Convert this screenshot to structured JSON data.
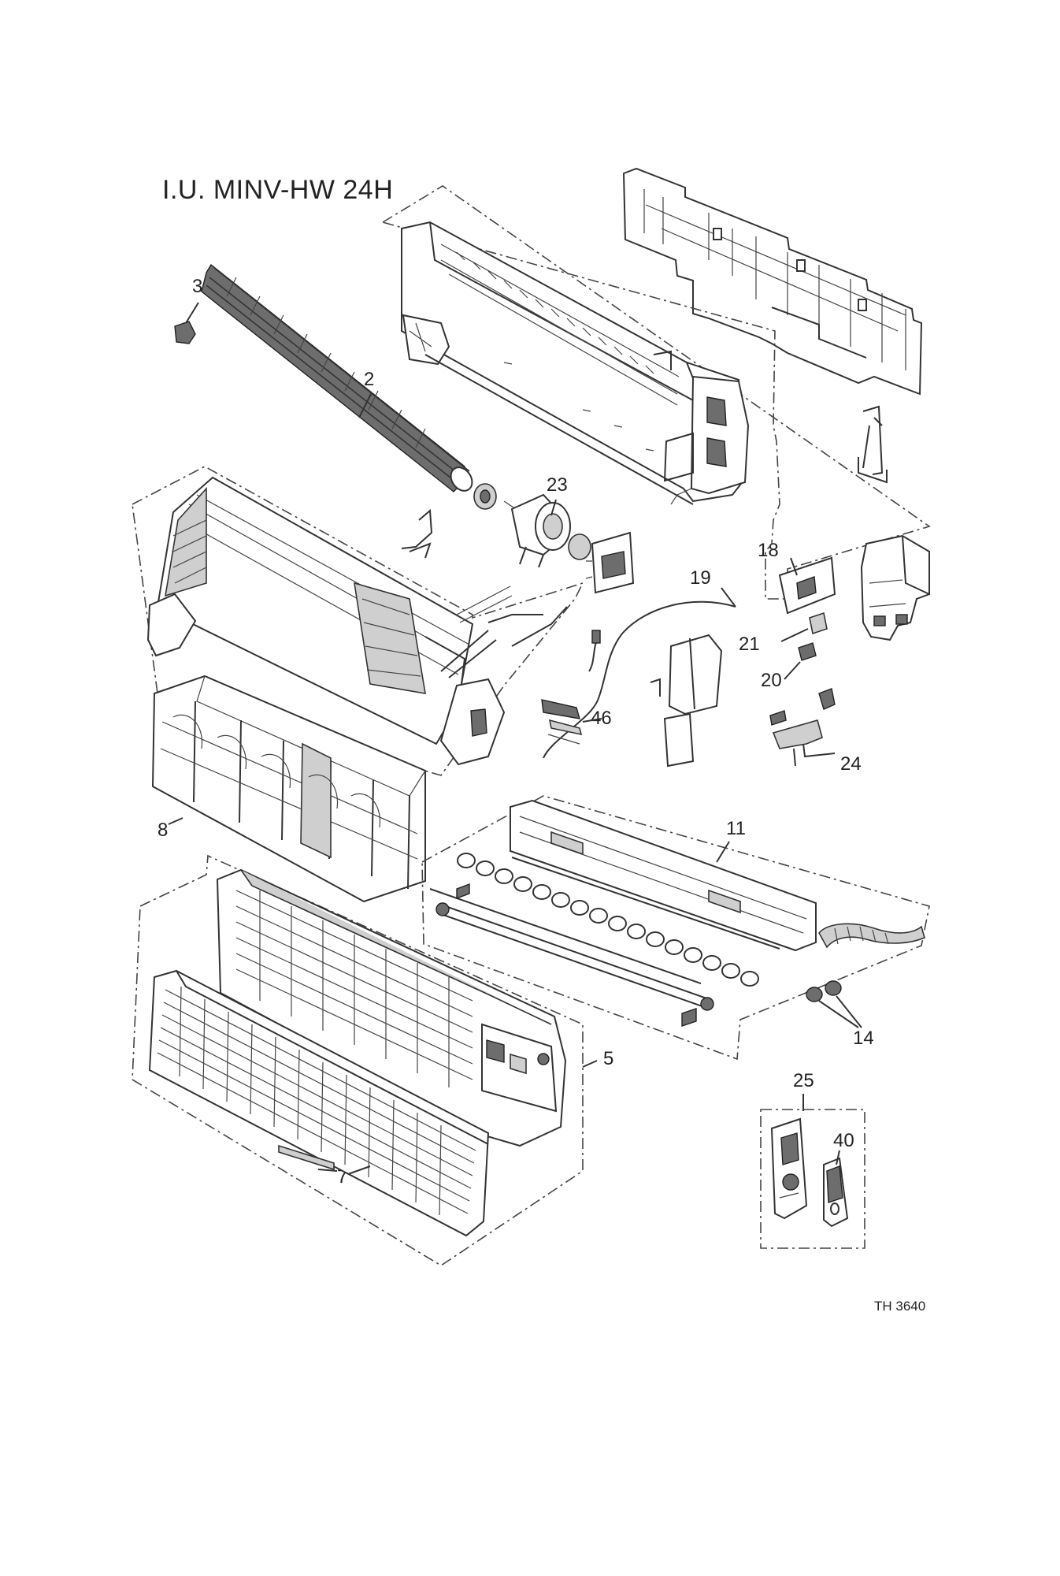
{
  "diagram": {
    "title": "I.U. MINV-HW 24H",
    "drawing_code": "TH 3640",
    "callouts": [
      {
        "id": "c3",
        "label": "3"
      },
      {
        "id": "c2",
        "label": "2"
      },
      {
        "id": "c23",
        "label": "23"
      },
      {
        "id": "c18",
        "label": "18"
      },
      {
        "id": "c19",
        "label": "19"
      },
      {
        "id": "c21",
        "label": "21"
      },
      {
        "id": "c20",
        "label": "20"
      },
      {
        "id": "c46",
        "label": "46"
      },
      {
        "id": "c24",
        "label": "24"
      },
      {
        "id": "c8",
        "label": "8"
      },
      {
        "id": "c11",
        "label": "11"
      },
      {
        "id": "c14",
        "label": "14"
      },
      {
        "id": "c5",
        "label": "5"
      },
      {
        "id": "c25",
        "label": "25"
      },
      {
        "id": "c40",
        "label": "40"
      },
      {
        "id": "c7",
        "label": "7"
      }
    ]
  }
}
